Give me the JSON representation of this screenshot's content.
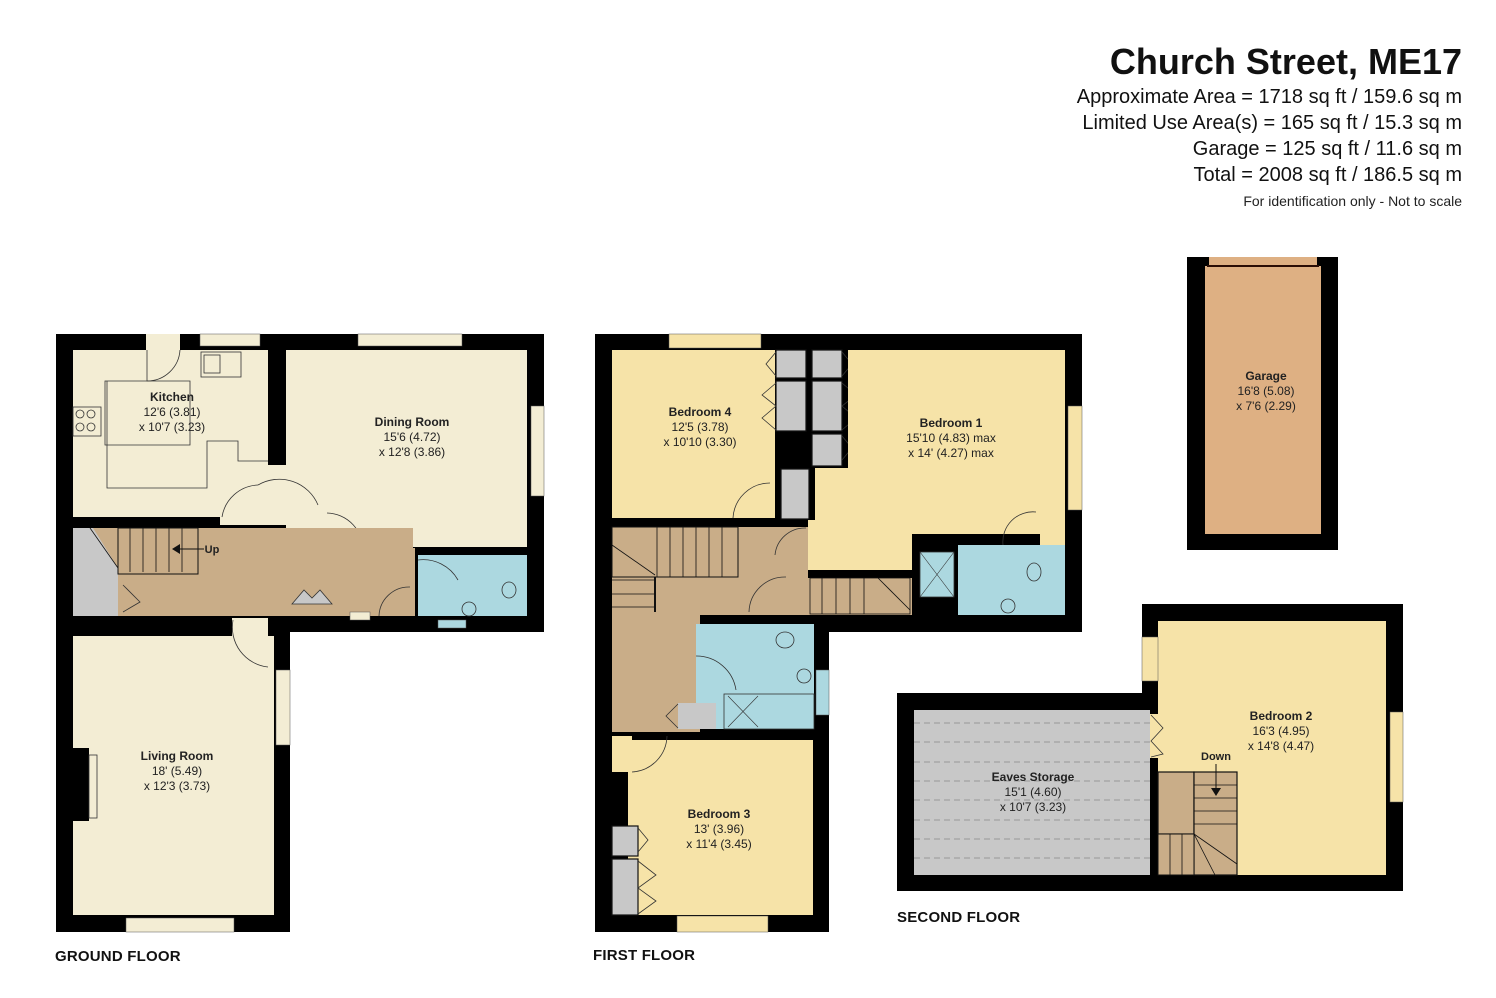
{
  "header": {
    "title": "Church Street, ME17",
    "areas": [
      "Approximate Area = 1718 sq ft / 159.6 sq m",
      "Limited Use Area(s) = 165 sq ft / 15.3 sq m",
      "Garage = 125 sq ft / 11.6 sq m",
      "Total = 2008 sq ft / 186.5 sq m"
    ],
    "disclaimer": "For identification only - Not to scale"
  },
  "colors": {
    "wall": "#000000",
    "room": "#f3edd4",
    "bedroom": "#f6e3a8",
    "hall": "#c9ad88",
    "bath": "#acd8e0",
    "storage": "#c8c8c8",
    "garage": "#deb083"
  },
  "floors": {
    "ground": {
      "label": "GROUND FLOOR",
      "stairs_label": "Up",
      "rooms": {
        "kitchen": {
          "name": "Kitchen",
          "dim1": "12'6 (3.81)",
          "dim2": "x 10'7 (3.23)"
        },
        "dining": {
          "name": "Dining Room",
          "dim1": "15'6 (4.72)",
          "dim2": "x 12'8 (3.86)"
        },
        "living": {
          "name": "Living Room",
          "dim1": "18' (5.49)",
          "dim2": "x 12'3 (3.73)"
        }
      }
    },
    "first": {
      "label": "FIRST FLOOR",
      "rooms": {
        "bedroom4": {
          "name": "Bedroom 4",
          "dim1": "12'5 (3.78)",
          "dim2": "x 10'10 (3.30)"
        },
        "bedroom1": {
          "name": "Bedroom 1",
          "dim1": "15'10 (4.83) max",
          "dim2": "x 14' (4.27) max"
        },
        "bedroom3": {
          "name": "Bedroom 3",
          "dim1": "13' (3.96)",
          "dim2": "x 11'4 (3.45)"
        }
      }
    },
    "second": {
      "label": "SECOND FLOOR",
      "stairs_label": "Down",
      "rooms": {
        "eaves": {
          "name": "Eaves Storage",
          "dim1": "15'1 (4.60)",
          "dim2": "x 10'7 (3.23)"
        },
        "bedroom2": {
          "name": "Bedroom 2",
          "dim1": "16'3 (4.95)",
          "dim2": "x 14'8 (4.47)"
        }
      }
    },
    "garage": {
      "rooms": {
        "garage": {
          "name": "Garage",
          "dim1": "16'8 (5.08)",
          "dim2": "x 7'6 (2.29)"
        }
      }
    }
  }
}
